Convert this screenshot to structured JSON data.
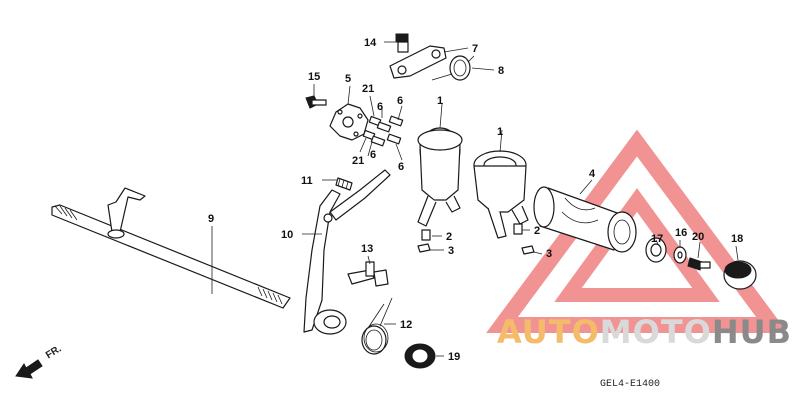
{
  "diagram": {
    "drawing_code": "GEL4-E1400",
    "front_label": "FR.",
    "watermark": {
      "part1": "AUTO",
      "part2": "MOTO",
      "part3": "HUB",
      "triangle_color": "#f08080"
    },
    "part_numbers": [
      {
        "id": "p1a",
        "text": "1"
      },
      {
        "id": "p1b",
        "text": "1"
      },
      {
        "id": "p2a",
        "text": "2"
      },
      {
        "id": "p2b",
        "text": "2"
      },
      {
        "id": "p3a",
        "text": "3"
      },
      {
        "id": "p3b",
        "text": "3"
      },
      {
        "id": "p4",
        "text": "4"
      },
      {
        "id": "p5",
        "text": "5"
      },
      {
        "id": "p6a",
        "text": "6"
      },
      {
        "id": "p6b",
        "text": "6"
      },
      {
        "id": "p6c",
        "text": "6"
      },
      {
        "id": "p6d",
        "text": "6"
      },
      {
        "id": "p7",
        "text": "7"
      },
      {
        "id": "p8",
        "text": "8"
      },
      {
        "id": "p9",
        "text": "9"
      },
      {
        "id": "p10",
        "text": "10"
      },
      {
        "id": "p11",
        "text": "11"
      },
      {
        "id": "p12",
        "text": "12"
      },
      {
        "id": "p13",
        "text": "13"
      },
      {
        "id": "p14",
        "text": "14"
      },
      {
        "id": "p15",
        "text": "15"
      },
      {
        "id": "p16",
        "text": "16"
      },
      {
        "id": "p17",
        "text": "17"
      },
      {
        "id": "p18",
        "text": "18"
      },
      {
        "id": "p19",
        "text": "19"
      },
      {
        "id": "p20",
        "text": "20"
      },
      {
        "id": "p21a",
        "text": "21"
      },
      {
        "id": "p21b",
        "text": "21"
      }
    ]
  }
}
